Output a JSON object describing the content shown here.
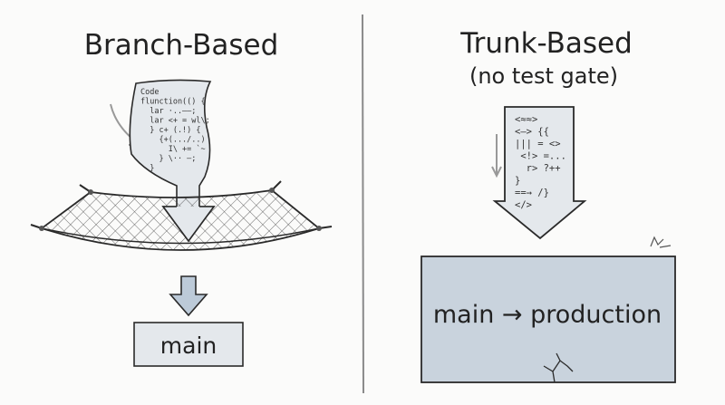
{
  "left": {
    "title": "Branch-Based",
    "code_lines": [
      "Code",
      "flunction(() {",
      "  lar ·..——;",
      "  lar <+ = wl\\;",
      "  } c+ (.!) {",
      "    {+(.../..)",
      "      I\\ += `~",
      "    } \\·· —;",
      "  }"
    ],
    "target_label": "main"
  },
  "right": {
    "title": "Trunk-Based",
    "subtitle": "(no test gate)",
    "code_lines": [
      "<≈≈>",
      "<—> {{",
      "||| = <>",
      " <!> =...",
      "  r> ?++",
      "}",
      "==→ /}",
      "</>"
    ],
    "target_label": "main → production"
  },
  "colors": {
    "fill_light": "#e4e8ec",
    "fill_box": "#c9d3dd",
    "stroke": "#2a2a2a",
    "divider": "#888888"
  }
}
